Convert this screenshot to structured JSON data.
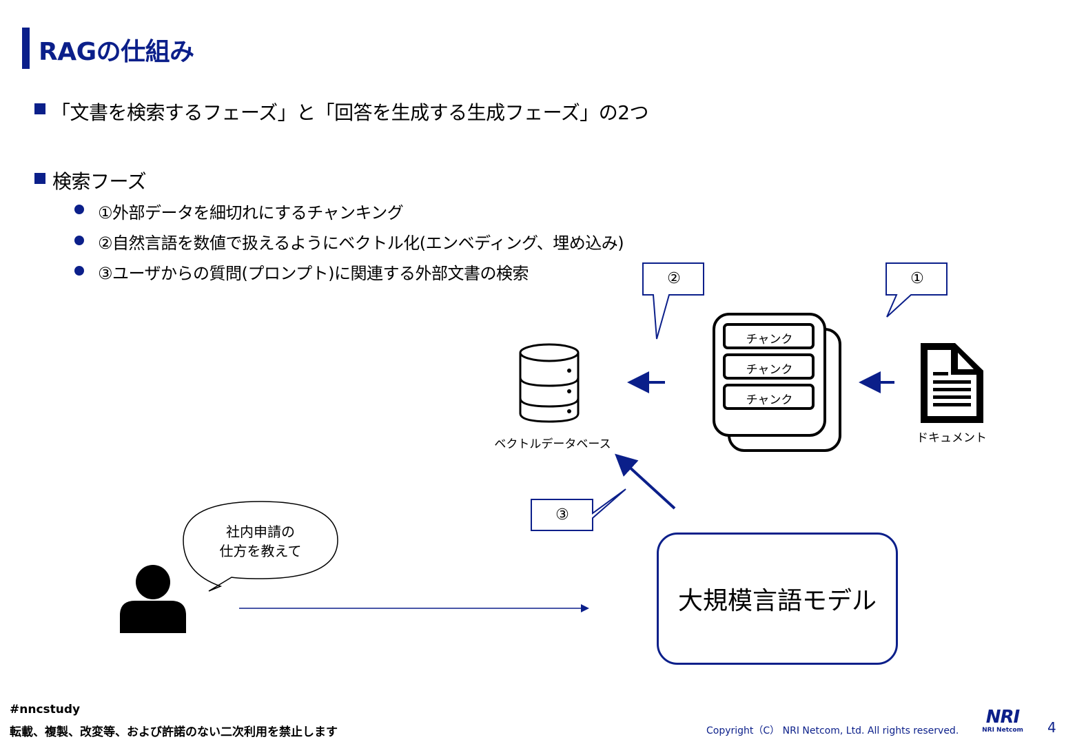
{
  "slide": {
    "title": "RAGの仕組み",
    "bullet1": "「文書を検索するフェーズ」と「回答を生成する生成フェーズ」の2つ",
    "bullet2": "検索フーズ",
    "sub_bullets": [
      "①外部データを細切れにするチャンキング",
      "②自然言語を数値で扱えるようにベクトル化(エンベディング、埋め込み)",
      "③ユーザからの質問(プロンプト)に関連する外部文書の検索"
    ]
  },
  "diagram": {
    "callout_1": "①",
    "callout_2": "②",
    "callout_3": "③",
    "chunks": [
      "チャンク",
      "チャンク",
      "チャンク"
    ],
    "document_label": "ドキュメント",
    "vector_db_label": "ベクトルデータベース",
    "speech_line1": "社内申請の",
    "speech_line2": "仕方を教えて",
    "llm_label": "大規模言語モデル",
    "accent_color": "#0b1f8a"
  },
  "footer": {
    "hashtag": "#nncstudy",
    "notice": "転載、複製、改変等、および許諾のない二次利用を禁止します",
    "copyright": "Copyright（C） NRI Netcom, Ltd. All rights reserved.",
    "logo_main": "NRI",
    "logo_sub": "NRI Netcom",
    "page_number": "4"
  }
}
